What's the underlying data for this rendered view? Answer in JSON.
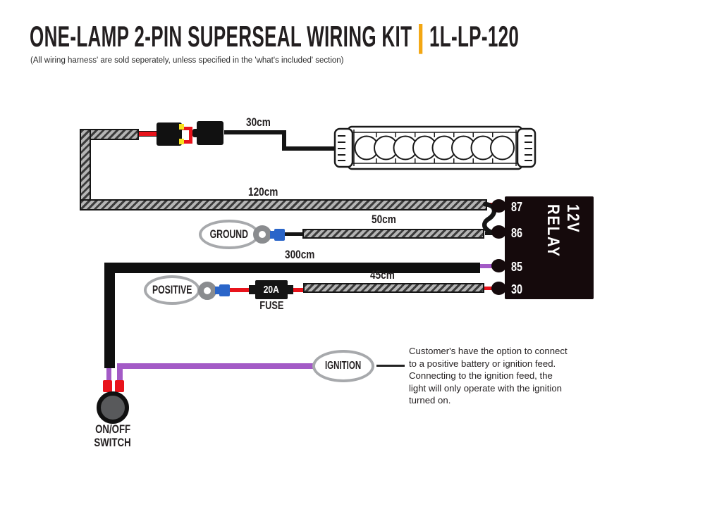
{
  "header": {
    "title": "ONE-LAMP 2-PIN SUPERSEAL WIRING KIT",
    "divider": "|",
    "model": "1L-LP-120",
    "subtitle": "(All wiring harness' are sold seperately, unless specified in the 'what's included' section)",
    "accent_color": "#F3A712"
  },
  "diagram": {
    "cables": {
      "lamp_lead": "30cm",
      "main_harness": "120cm",
      "ground_lead": "50cm",
      "switch_lead": "300cm",
      "positive_lead": "45cm"
    },
    "relay": {
      "label": "12V RELAY",
      "pins": [
        "87",
        "86",
        "85",
        "30"
      ]
    },
    "terminals": {
      "ground": "GROUND",
      "positive": "POSITIVE",
      "ignition": "IGNITION"
    },
    "fuse": {
      "rating": "20A",
      "label": "FUSE"
    },
    "switch": {
      "line1": "ON/OFF",
      "line2": "SWITCH"
    },
    "note": {
      "lines": [
        "Customer's have the option to connect",
        "to a positive battery or ignition feed.",
        "Connecting to the ignition feed, the",
        "light will only operate with the ignition",
        "turned on."
      ]
    },
    "colors": {
      "wire_red": "#E8131B",
      "wire_purple": "#A35AC6",
      "crimp_blue": "#2A65C9",
      "component_black": "#150A0C",
      "outline_gray": "#A7A9AC"
    }
  }
}
